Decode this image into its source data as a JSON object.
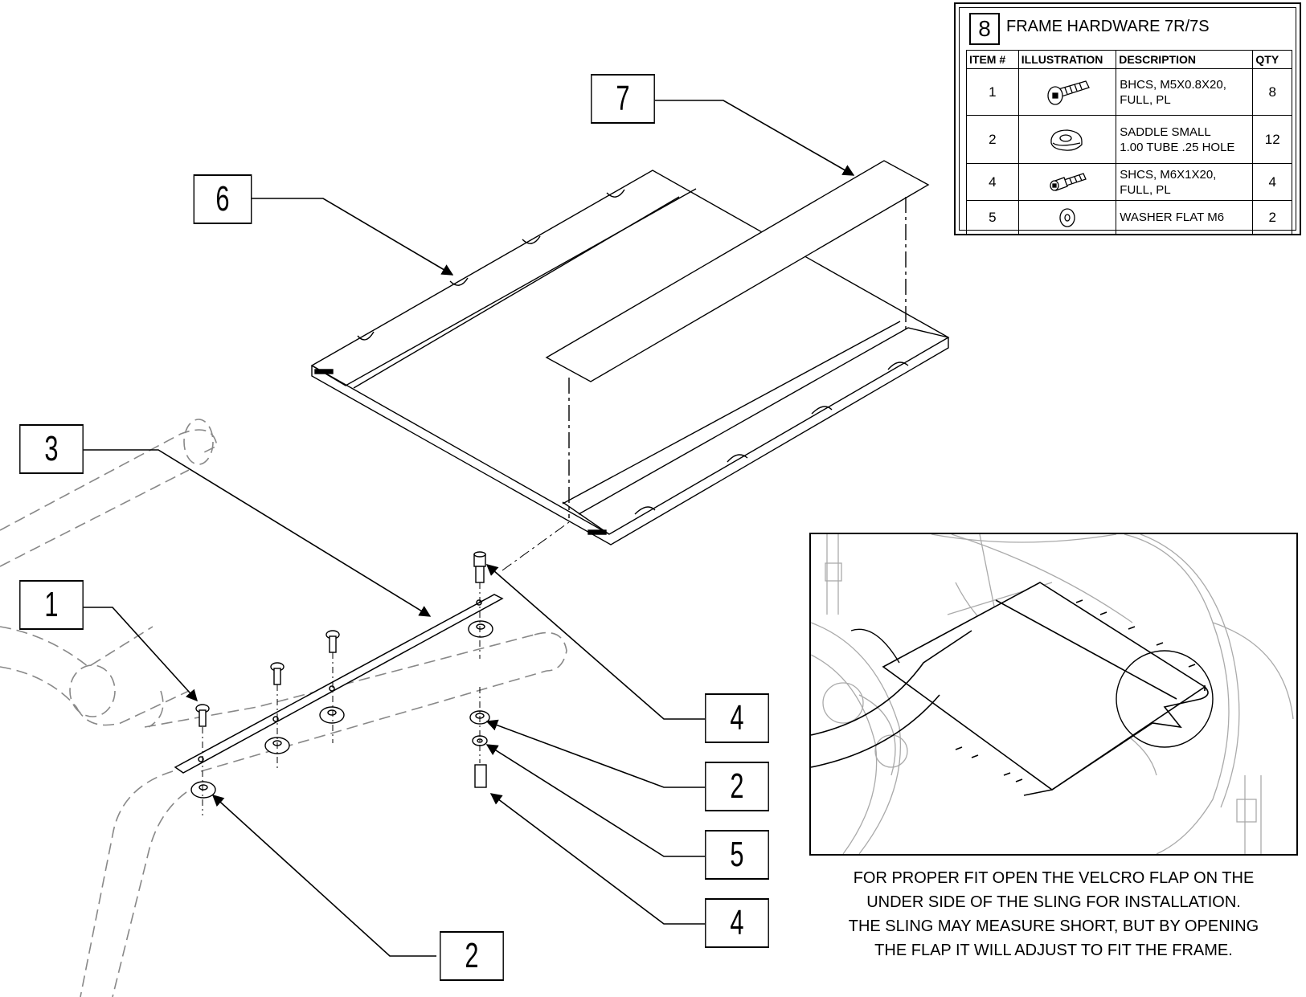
{
  "callouts": {
    "item_1": "1",
    "item_2_left": "2",
    "item_3": "3",
    "item_4_top": "4",
    "item_2_right": "2",
    "item_5": "5",
    "item_4_bottom": "4",
    "item_6": "6",
    "item_7": "7"
  },
  "hardware_table": {
    "number": "8",
    "title": "FRAME HARDWARE 7R/7S",
    "headers": {
      "item": "ITEM #",
      "illustration": "ILLUSTRATION",
      "description": "DESCRIPTION",
      "qty": "QTY"
    },
    "rows": [
      {
        "item": "1",
        "illustration": "button-head-screw-icon",
        "description_line1": "BHCS, M5X0.8X20,",
        "description_line2": "FULL, PL",
        "qty": "8"
      },
      {
        "item": "2",
        "illustration": "saddle-icon",
        "description_line1": "SADDLE SMALL",
        "description_line2": "1.00 TUBE .25 HOLE",
        "qty": "12"
      },
      {
        "item": "4",
        "illustration": "socket-head-screw-icon",
        "description_line1": "SHCS, M6X1X20,",
        "description_line2": "FULL, PL",
        "qty": "4"
      },
      {
        "item": "5",
        "illustration": "flat-washer-icon",
        "description_line1": "WASHER FLAT M6",
        "description_line2": "",
        "qty": "2"
      }
    ]
  },
  "note": {
    "line1": "FOR PROPER FIT OPEN THE VELCRO FLAP ON THE",
    "line2": "UNDER SIDE OF THE SLING FOR INSTALLATION.",
    "line3": "THE SLING MAY MEASURE SHORT, BUT BY OPENING",
    "line4": "THE FLAP IT  WILL ADJUST TO FIT THE FRAME."
  }
}
